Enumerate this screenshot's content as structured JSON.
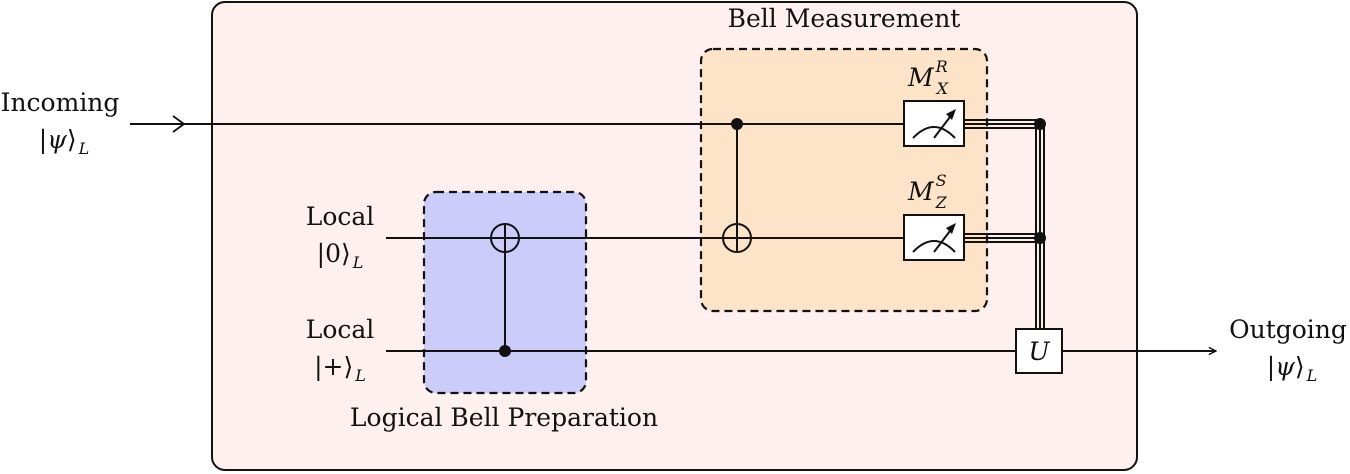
{
  "inputs": [
    {
      "name": "Incoming",
      "state": "ψ",
      "subscript": "L"
    },
    {
      "name": "Local",
      "state": "0",
      "subscript": "L"
    },
    {
      "name": "Local",
      "state": "+",
      "subscript": "L"
    }
  ],
  "output": {
    "name": "Outgoing",
    "state": "ψ",
    "subscript": "L"
  },
  "regions": {
    "bell_measurement": {
      "label": "Bell Measurement",
      "color": "#fde3c8"
    },
    "bell_preparation": {
      "label": "Logical Bell Preparation",
      "color": "#ccccfb"
    },
    "outer": {
      "color": "#fdf0ee"
    }
  },
  "gates": {
    "measure_x": {
      "letter": "M",
      "subscript": "X",
      "superscript": "R"
    },
    "measure_z": {
      "letter": "M",
      "subscript": "Z",
      "superscript": "S"
    },
    "correction": {
      "label": "U"
    }
  }
}
